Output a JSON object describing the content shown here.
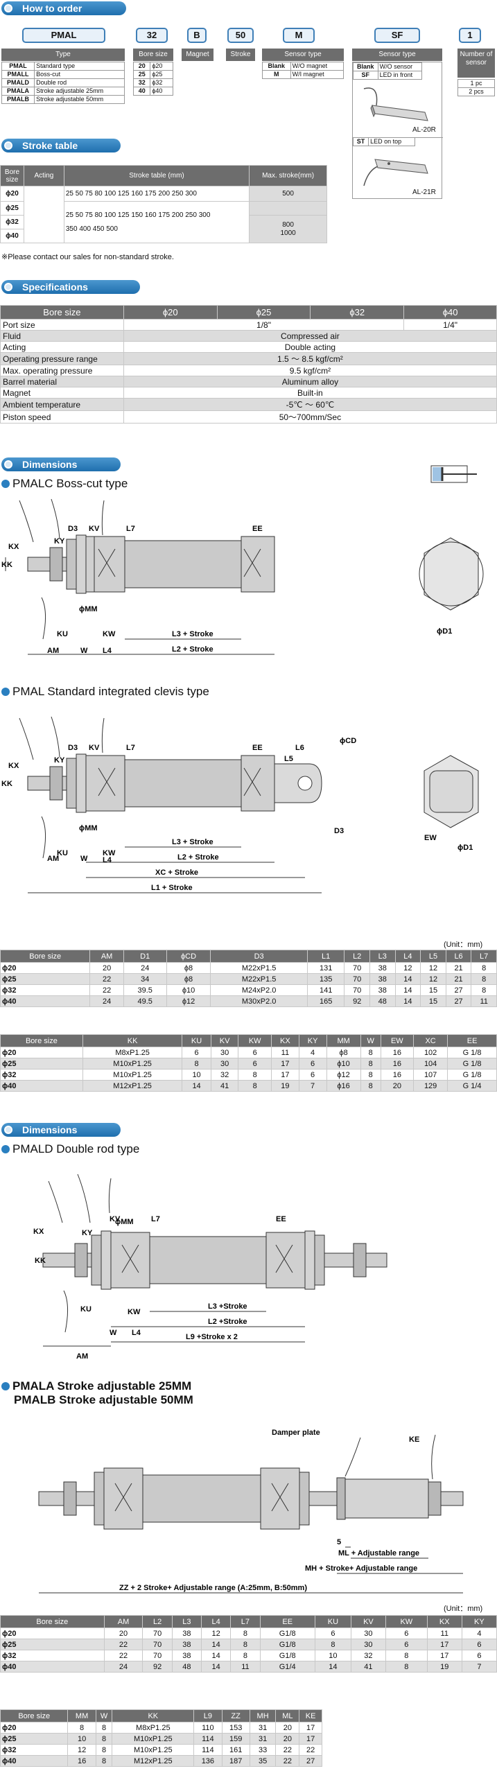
{
  "sections": {
    "how_to_order": "How to order",
    "stroke_table": "Stroke table",
    "specifications": "Specifications",
    "dimensions_1": "Dimensions",
    "dimensions_2": "Dimensions"
  },
  "order": {
    "codes": [
      "PMAL",
      "32",
      "B",
      "50",
      "M",
      "SF",
      "1"
    ],
    "type_header": "Type",
    "types": [
      {
        "code": "PMAL",
        "desc": "Standard type"
      },
      {
        "code": "PMALL",
        "desc": "Boss-cut"
      },
      {
        "code": "PMALD",
        "desc": "Double rod"
      },
      {
        "code": "PMALA",
        "desc": "Stroke adjustable 25mm"
      },
      {
        "code": "PMALB",
        "desc": "Stroke adjustable 50mm"
      }
    ],
    "bore_header": "Bore size",
    "bores": [
      {
        "code": "20",
        "desc": "ϕ20"
      },
      {
        "code": "25",
        "desc": "ϕ25"
      },
      {
        "code": "32",
        "desc": "ϕ32"
      },
      {
        "code": "40",
        "desc": "ϕ40"
      }
    ],
    "magnet_header": "Magnet",
    "stroke_header": "Stroke",
    "sensor_type_header": "Sensor type",
    "magnet_opts": [
      {
        "code": "Blank",
        "desc": "W/O magnet"
      },
      {
        "code": "M",
        "desc": "W/I magnet"
      }
    ],
    "sensor_type2_header": "Sensor type",
    "sensor_opts": [
      {
        "code": "Blank",
        "desc": "W/O sensor"
      },
      {
        "code": "SF",
        "desc": "LED in front"
      },
      {
        "code": "ST",
        "desc": "LED on top"
      }
    ],
    "sensor_model_1": "AL-20R",
    "sensor_model_2": "AL-21R",
    "num_sensor_header": "Number of sensor",
    "num_opts": [
      "1 pc",
      "2 pcs"
    ]
  },
  "stroke_table": {
    "headers": [
      "Bore size",
      "Acting",
      "Stroke table (mm)",
      "Max. stroke(mm)"
    ],
    "bores": [
      "ϕ20",
      "ϕ25",
      "ϕ32",
      "ϕ40"
    ],
    "row1_strokes": "25 50 75 80 100 125 160 175 200 250 300",
    "row2_strokes_a": "25 50 75 80 100 125 150 160 175 200 250 300",
    "row2_strokes_b": "350 400 450 500",
    "max": [
      "500",
      "800",
      "1000"
    ],
    "note": "※Please contact our sales for non-standard stroke."
  },
  "specs": {
    "headers": [
      "Bore size",
      "ϕ20",
      "ϕ25",
      "ϕ32",
      "ϕ40"
    ],
    "port_size": {
      "label": "Port size",
      "a": "1/8\"",
      "b": "1/4\""
    },
    "rows": [
      {
        "label": "Fluid",
        "value": "Compressed air"
      },
      {
        "label": "Acting",
        "value": "Double acting"
      },
      {
        "label": "Operating pressure range",
        "value": "1.5 ～ 8.5 kgf/cm²"
      },
      {
        "label": "Max. operating pressure",
        "value": "9.5 kgf/cm²"
      },
      {
        "label": "Barrel material",
        "value": "Aluminum alloy"
      },
      {
        "label": "Magnet",
        "value": "Built-in"
      },
      {
        "label": "Ambient temperature",
        "value": "-5℃ ～ 60℃"
      },
      {
        "label": "Piston speed",
        "value": "50～700mm/Sec"
      }
    ]
  },
  "drawings": {
    "pmalc_title": "PMALC Boss-cut type",
    "pmal_title": "PMAL Standard integrated clevis type",
    "pmald_title": "PMALD Double rod type",
    "pmala_title": "PMALA Stroke adjustable 25MM",
    "pmalb_title": "PMALB Stroke adjustable 50MM",
    "labels": {
      "kx": "KX",
      "ky": "KY",
      "d3": "D3",
      "kv": "KV",
      "l7": "L7",
      "ee": "EE",
      "kk": "KK",
      "mm": "ϕMM",
      "ku": "KU",
      "kw": "KW",
      "am": "AM",
      "w": "W",
      "l4": "L4",
      "l3s": "L3 + Stroke",
      "l2s": "L2 + Stroke",
      "d1": "ϕD1",
      "l6": "L6",
      "l5": "L5",
      "cd": "ϕCD",
      "ew": "EW",
      "xcs": "XC + Stroke",
      "l1s": "L1 + Stroke",
      "l3s2": "L3 +Stroke",
      "l2s2": "L2 +Stroke",
      "l9s": "L9 +Stroke x 2",
      "damper": "Damper plate",
      "ke": "KE",
      "five": "5",
      "ml": "ML + Adjustable range",
      "mh": "MH + Stroke+ Adjustable range",
      "zz": "ZZ + 2 Stroke+ Adjustable range (A:25mm, B:50mm)"
    }
  },
  "unit_label": "(Unit：mm)",
  "dim_table_1": {
    "headers": [
      "Bore size",
      "AM",
      "D1",
      "ϕCD",
      "D3",
      "L1",
      "L2",
      "L3",
      "L4",
      "L5",
      "L6",
      "L7"
    ],
    "rows": [
      [
        "ϕ20",
        "20",
        "24",
        "ϕ8",
        "M22xP1.5",
        "131",
        "70",
        "38",
        "12",
        "12",
        "21",
        "8"
      ],
      [
        "ϕ25",
        "22",
        "34",
        "ϕ8",
        "M22xP1.5",
        "135",
        "70",
        "38",
        "14",
        "12",
        "21",
        "8"
      ],
      [
        "ϕ32",
        "22",
        "39.5",
        "ϕ10",
        "M24xP2.0",
        "141",
        "70",
        "38",
        "14",
        "15",
        "27",
        "8"
      ],
      [
        "ϕ40",
        "24",
        "49.5",
        "ϕ12",
        "M30xP2.0",
        "165",
        "92",
        "48",
        "14",
        "15",
        "27",
        "11"
      ]
    ]
  },
  "dim_table_2": {
    "headers": [
      "Bore size",
      "KK",
      "KU",
      "KV",
      "KW",
      "KX",
      "KY",
      "MM",
      "W",
      "EW",
      "XC",
      "EE"
    ],
    "rows": [
      [
        "ϕ20",
        "M8xP1.25",
        "6",
        "30",
        "6",
        "11",
        "4",
        "ϕ8",
        "8",
        "16",
        "102",
        "G 1/8"
      ],
      [
        "ϕ25",
        "M10xP1.25",
        "8",
        "30",
        "6",
        "17",
        "6",
        "ϕ10",
        "8",
        "16",
        "104",
        "G 1/8"
      ],
      [
        "ϕ32",
        "M10xP1.25",
        "10",
        "32",
        "8",
        "17",
        "6",
        "ϕ12",
        "8",
        "16",
        "107",
        "G 1/8"
      ],
      [
        "ϕ40",
        "M12xP1.25",
        "14",
        "41",
        "8",
        "19",
        "7",
        "ϕ16",
        "8",
        "20",
        "129",
        "G 1/4"
      ]
    ]
  },
  "dim_table_3": {
    "headers": [
      "Bore size",
      "AM",
      "L2",
      "L3",
      "L4",
      "L7",
      "EE",
      "KU",
      "KV",
      "KW",
      "KX",
      "KY"
    ],
    "rows": [
      [
        "ϕ20",
        "20",
        "70",
        "38",
        "12",
        "8",
        "G1/8",
        "6",
        "30",
        "6",
        "11",
        "4"
      ],
      [
        "ϕ25",
        "22",
        "70",
        "38",
        "14",
        "8",
        "G1/8",
        "8",
        "30",
        "6",
        "17",
        "6"
      ],
      [
        "ϕ32",
        "22",
        "70",
        "38",
        "14",
        "8",
        "G1/8",
        "10",
        "32",
        "8",
        "17",
        "6"
      ],
      [
        "ϕ40",
        "24",
        "92",
        "48",
        "14",
        "11",
        "G1/4",
        "14",
        "41",
        "8",
        "19",
        "7"
      ]
    ]
  },
  "dim_table_4": {
    "headers": [
      "Bore size",
      "MM",
      "W",
      "KK",
      "L9",
      "ZZ",
      "MH",
      "ML",
      "KE"
    ],
    "rows": [
      [
        "ϕ20",
        "8",
        "8",
        "M8xP1.25",
        "110",
        "153",
        "31",
        "20",
        "17"
      ],
      [
        "ϕ25",
        "10",
        "8",
        "M10xP1.25",
        "114",
        "159",
        "31",
        "20",
        "17"
      ],
      [
        "ϕ32",
        "12",
        "8",
        "M10xP1.25",
        "114",
        "161",
        "33",
        "22",
        "22"
      ],
      [
        "ϕ40",
        "16",
        "8",
        "M12xP1.25",
        "136",
        "187",
        "35",
        "22",
        "27"
      ]
    ]
  }
}
